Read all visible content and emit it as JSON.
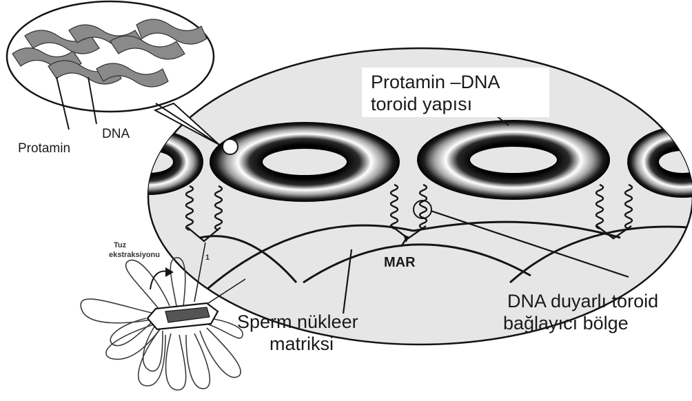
{
  "labels": {
    "protamin_dna_line1": "Protamin –DNA",
    "protamin_dna_line2": "toroid yapısı",
    "dna": "DNA",
    "protamin": "Protamin",
    "tuz_line1": "Tuz",
    "tuz_line2": "ekstraksiyonu",
    "mar": "MAR",
    "sperm_line1": "Sperm nükleer",
    "sperm_line2": "matriksi",
    "toroid_line1": "DNA duyarlı toroid",
    "toroid_line2": "bağlayıcı bölge",
    "stray_mark": "1"
  },
  "colors": {
    "ellipse_fill": "#e6e6e6",
    "line": "#141414",
    "ribbon": "#8a8a8a"
  }
}
